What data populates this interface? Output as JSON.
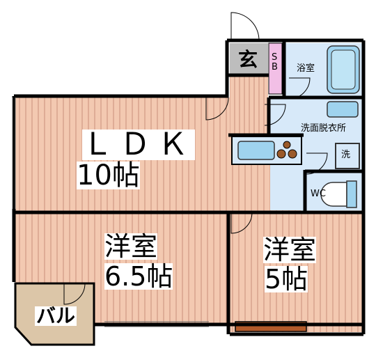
{
  "rooms": {
    "ldk": {
      "name": "ＬＤＫ",
      "size": "10帖"
    },
    "western_large": {
      "name": "洋室",
      "size": "6.5帖"
    },
    "western_small": {
      "name": "洋室",
      "size": "5帖"
    },
    "balcony": {
      "name": "バル"
    },
    "entrance": {
      "name": "玄"
    },
    "shoe_box": {
      "name": "S\nB"
    },
    "bath": {
      "name": "浴室"
    },
    "washroom": {
      "name": "洗面脱衣所"
    },
    "washer": {
      "name": "洗"
    },
    "wc": {
      "name": "WC"
    }
  },
  "colors": {
    "floor": "#f3c9b1",
    "floor_stripe": "#c9907a",
    "wet_area": "#d7e9f9",
    "fixture_blue": "#9fd3ee",
    "entrance_gray": "#bdbdbd",
    "shoe_box": "#f2bfe6",
    "balcony": "#dcc6a8",
    "wall": "#000000",
    "stove": "#9b5a2a",
    "closet_door": "#b35a2a"
  }
}
